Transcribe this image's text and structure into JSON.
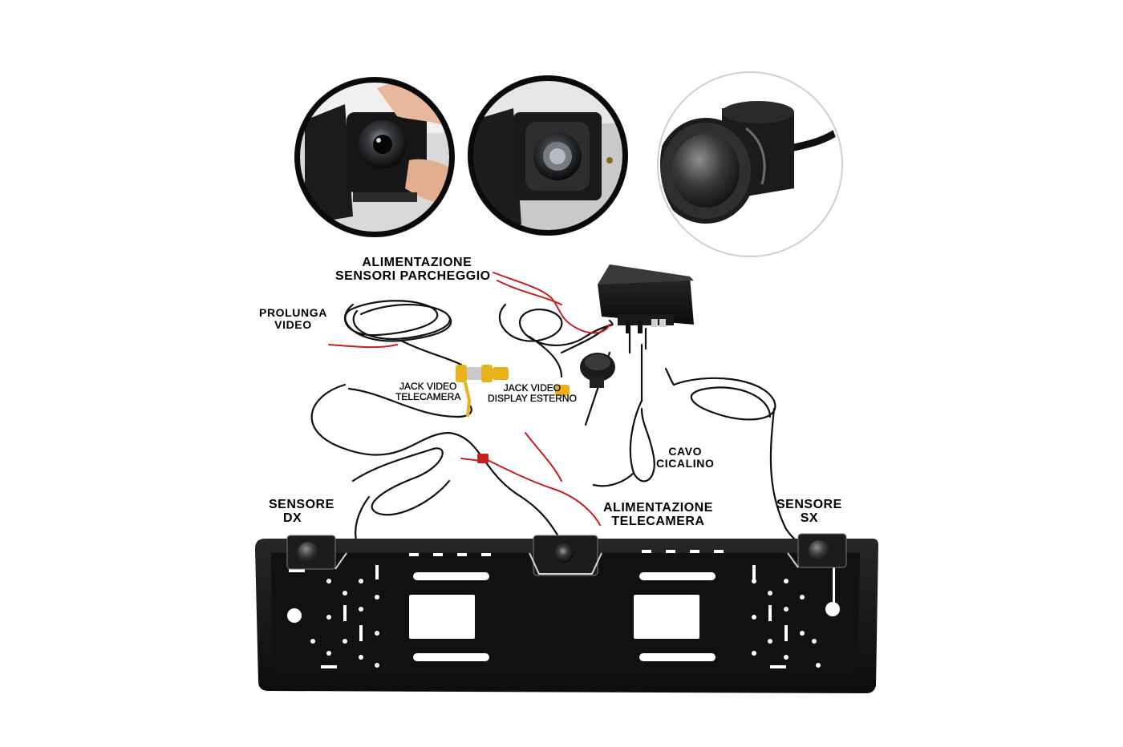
{
  "labels": {
    "alimentazione_sensori": [
      "ALIMENTAZIONE",
      "SENSORI PARCHEGGIO"
    ],
    "prolunga_video": [
      "PROLUNGA",
      "VIDEO"
    ],
    "jack_telecamera": [
      "JACK VIDEO",
      "TELECAMERA"
    ],
    "jack_display": [
      "JACK VIDEO",
      "DISPLAY ESTERNO"
    ],
    "cavo_cicalino": [
      "CAVO",
      "CICALINO"
    ],
    "sensore_dx": [
      "SENSORE",
      "DX"
    ],
    "alimentazione_telecamera": [
      "ALIMENTAZIONE",
      "TELECAMERA"
    ],
    "sensore_sx": [
      "SENSORE",
      "SX"
    ]
  },
  "colors": {
    "plate": "#141414",
    "cable_black": "#111111",
    "cable_red": "#c81e1e",
    "rca_yellow": "#e8b21c",
    "background": "#ffffff"
  }
}
